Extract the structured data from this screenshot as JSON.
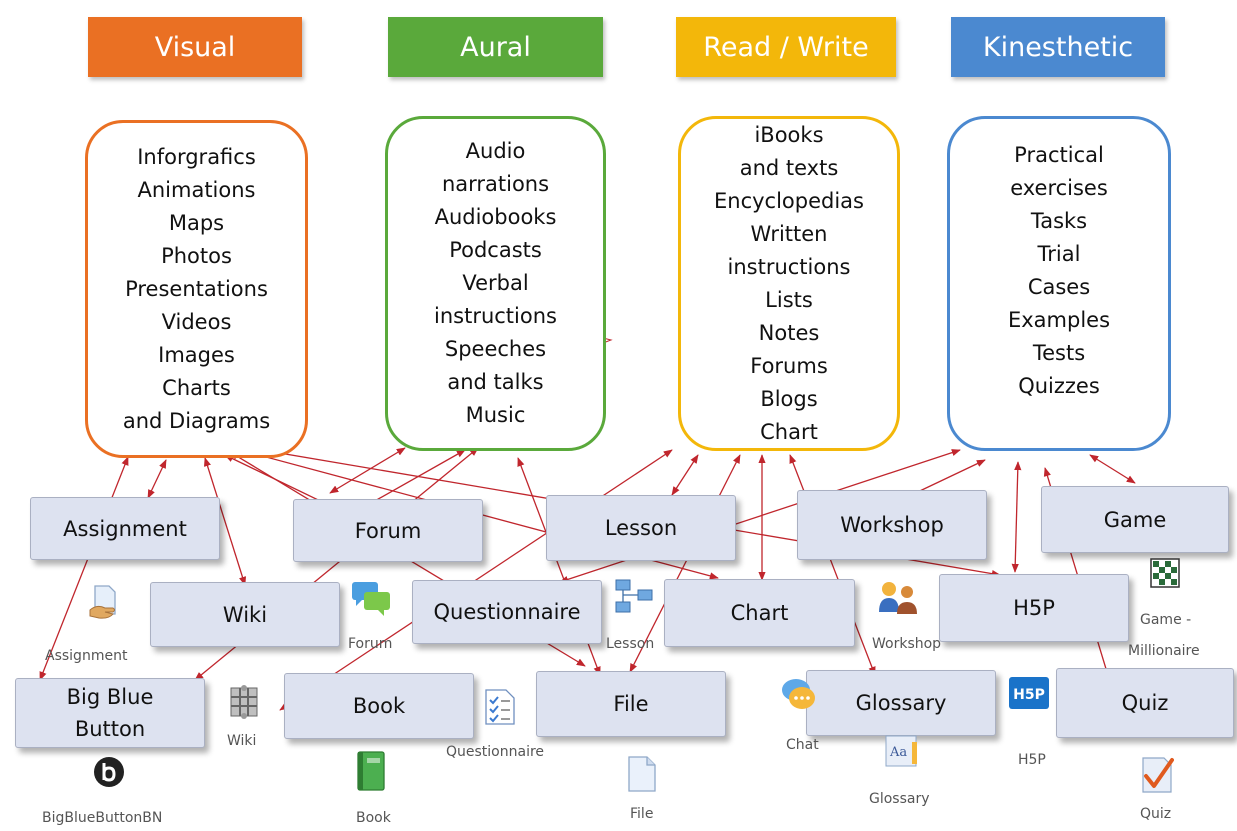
{
  "colors": {
    "visual": "#ea7023",
    "aural": "#5aa93b",
    "readwrite": "#f3b70a",
    "kinesthetic": "#4b89d0",
    "arrow": "#c0262d"
  },
  "headers": {
    "visual": "Visual",
    "aural": "Aural",
    "readwrite": "Read / Write",
    "kinesthetic": "Kinesthetic"
  },
  "visual_items": [
    "Inforgrafics",
    "Animations",
    "Maps",
    "Photos",
    "Presentations",
    "Videos",
    "Images",
    "Charts",
    "and Diagrams"
  ],
  "aural_items": [
    "Audio",
    "narrations",
    "Audiobooks",
    "Podcasts",
    "Verbal",
    "instructions",
    "Speeches",
    "and talks",
    "Music"
  ],
  "readwrite_items": [
    "iBooks",
    "and texts",
    "Encyclopedias",
    "Written",
    "instructions",
    "Lists",
    "Notes",
    "Forums",
    "Blogs",
    "Chart"
  ],
  "kinesthetic_items": [
    "Practical",
    "exercises",
    "Tasks",
    "Trial",
    "Cases",
    "Examples",
    "Tests",
    "Quizzes"
  ],
  "activities": {
    "assignment": "Assignment",
    "forum": "Forum",
    "lesson": "Lesson",
    "workshop": "Workshop",
    "game": "Game",
    "wiki": "Wiki",
    "questionnaire": "Questionnaire",
    "chart": "Chart",
    "h5p": "H5P",
    "bigblue_l1": "Big Blue",
    "bigblue_l2": "Button",
    "book": "Book",
    "file": "File",
    "glossary": "Glossary",
    "quiz": "Quiz"
  },
  "icon_captions": {
    "assignment": "Assignment",
    "forum": "Forum",
    "lesson": "Lesson",
    "workshop": "Workshop",
    "game_l1": "Game -",
    "game_l2": "Millionaire",
    "wiki": "Wiki",
    "questionnaire": "Questionnaire",
    "chat": "Chat",
    "h5p": "H5P",
    "bigbluebutton": "BigBlueButtonBN",
    "book": "Book",
    "file": "File",
    "glossary": "Glossary",
    "quiz": "Quiz"
  },
  "icons": {
    "assignment": "assignment-hand-icon",
    "forum": "forum-bubbles-icon",
    "lesson": "lesson-flowchart-icon",
    "workshop": "workshop-people-icon",
    "game": "game-board-icon",
    "wiki": "wiki-puzzle-icon",
    "questionnaire": "questionnaire-checklist-icon",
    "chat": "chat-bubbles-icon",
    "h5p": "h5p-logo-icon",
    "bigbluebutton": "bigbluebutton-logo-icon",
    "book": "book-icon",
    "file": "file-icon",
    "glossary": "glossary-icon",
    "quiz": "quiz-check-icon"
  }
}
